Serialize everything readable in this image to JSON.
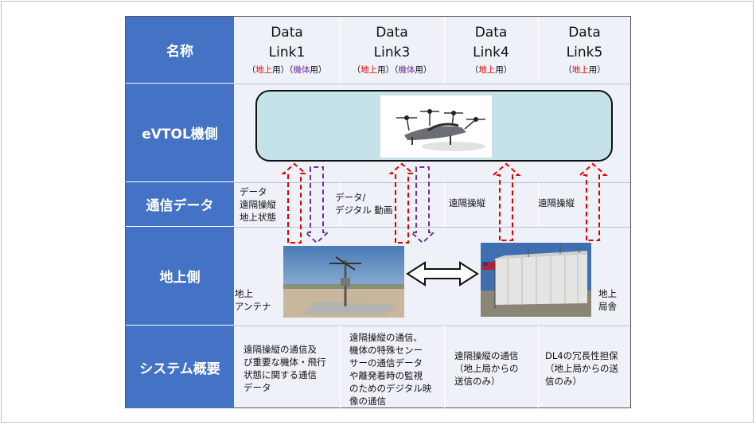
{
  "rows": {
    "name": "名称",
    "evtol": "eVTOL機側",
    "comm": "通信データ",
    "ground": "地上側",
    "system": "システム概要"
  },
  "columns": [
    {
      "title_1": "Data",
      "title_2": "Link1",
      "sub": [
        {
          "text": "（",
          "color": ""
        },
        {
          "text": "地上",
          "color": "red"
        },
        {
          "text": "用）（",
          "color": ""
        },
        {
          "text": "機体",
          "color": "purple"
        },
        {
          "text": "用）",
          "color": ""
        }
      ]
    },
    {
      "title_1": "Data",
      "title_2": "Link3",
      "sub": [
        {
          "text": "（",
          "color": ""
        },
        {
          "text": "地上",
          "color": "red"
        },
        {
          "text": "用）（",
          "color": ""
        },
        {
          "text": "機体",
          "color": "purple"
        },
        {
          "text": "用）",
          "color": ""
        }
      ]
    },
    {
      "title_1": "Data",
      "title_2": "Link4",
      "sub": [
        {
          "text": "（",
          "color": ""
        },
        {
          "text": "地上",
          "color": "red"
        },
        {
          "text": "用）",
          "color": ""
        }
      ]
    },
    {
      "title_1": "Data",
      "title_2": "Link5",
      "sub": [
        {
          "text": "（",
          "color": ""
        },
        {
          "text": "地上",
          "color": "red"
        },
        {
          "text": "用）",
          "color": ""
        }
      ]
    }
  ],
  "comm": {
    "link1": [
      "データ",
      "遠隔操縦",
      "地上状態"
    ],
    "link3": [
      "データ/",
      "デジタル 動画"
    ],
    "link4": "遠隔操縦",
    "link5": "遠隔操縦"
  },
  "ground": {
    "antenna_label": [
      "地上",
      "アンテナ"
    ],
    "station_label": [
      "地上",
      "局舎"
    ]
  },
  "system": {
    "link1": [
      "遠隔操縦の通信及",
      "び重要な機体・飛行",
      "状態に関する通信",
      "データ"
    ],
    "link3": [
      "遠隔操縦の通信、",
      "機体の特殊センー",
      "サーの通信データ",
      "や離発着時の監視",
      "のためのデジタル映",
      "像の通信"
    ],
    "link4": [
      "遠隔操縦の通信",
      "（地上局からの",
      "送信のみ）"
    ],
    "link5": [
      "DL4の冗長性担保",
      "（地上局からの送",
      "信のみ）"
    ]
  },
  "colors": {
    "header": "#4472c4",
    "cell": "#eef1f8",
    "red_arrow": "#e00000",
    "purple_arrow": "#7030a0",
    "vehicle_box": "#c5e2e9"
  }
}
